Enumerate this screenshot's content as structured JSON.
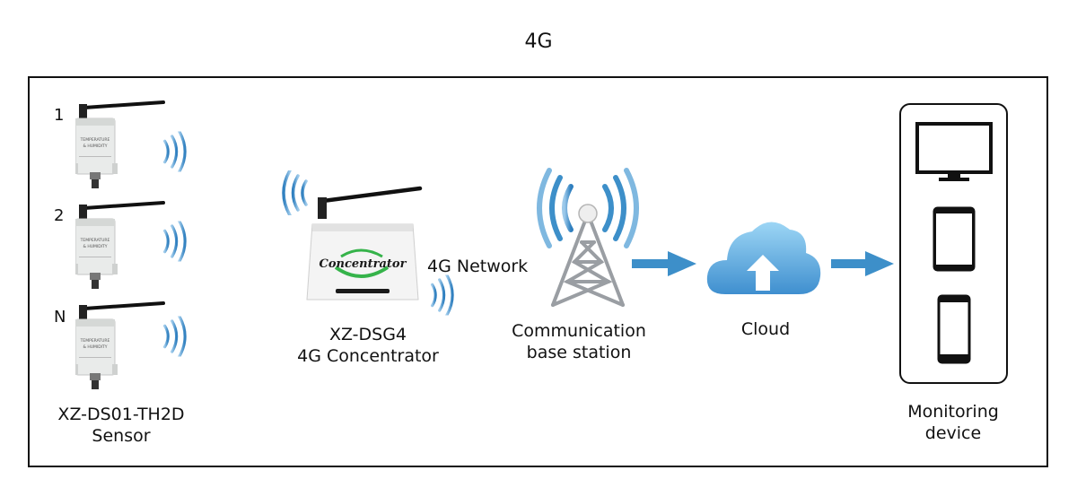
{
  "header": {
    "title": "4G"
  },
  "sensors": {
    "items": [
      {
        "label": "1"
      },
      {
        "label": "2"
      },
      {
        "label": "N"
      }
    ],
    "device_text": "TEMPERATURE & HUMIDITY",
    "caption_line1": "XZ-DS01-TH2D",
    "caption_line2": "Sensor"
  },
  "concentrator": {
    "brand": "Concentrator",
    "caption_line1": "XZ-DSG4",
    "caption_line2": "4G Concentrator"
  },
  "network": {
    "label": "4G Network"
  },
  "base_station": {
    "caption_line1": "Communication",
    "caption_line2": "base station"
  },
  "cloud": {
    "caption": "Cloud"
  },
  "monitoring": {
    "caption_line1": "Monitoring",
    "caption_line2": "device"
  },
  "colors": {
    "accent_blue": "#3d8fc9",
    "cloud_light": "#7cc3ec",
    "cloud_dark": "#3f8fcf",
    "tower_gray": "#9a9ea3"
  }
}
